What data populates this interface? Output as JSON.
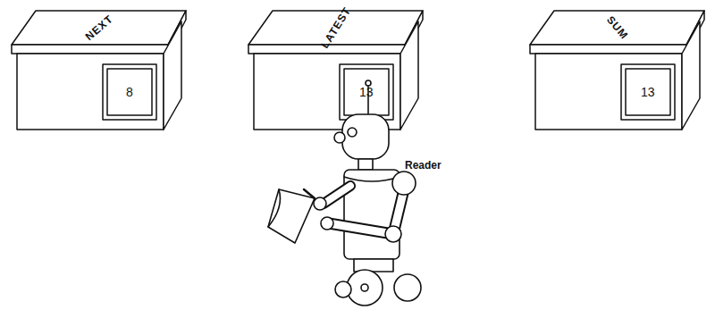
{
  "diagram": {
    "nodes": [
      {
        "text": [
          "NEXT",
          "8"
        ]
      },
      {
        "text": [
          "LATEST",
          "13"
        ]
      },
      {
        "text": [
          "SUM",
          "13"
        ]
      }
    ],
    "labels": [
      "Reader"
    ]
  }
}
